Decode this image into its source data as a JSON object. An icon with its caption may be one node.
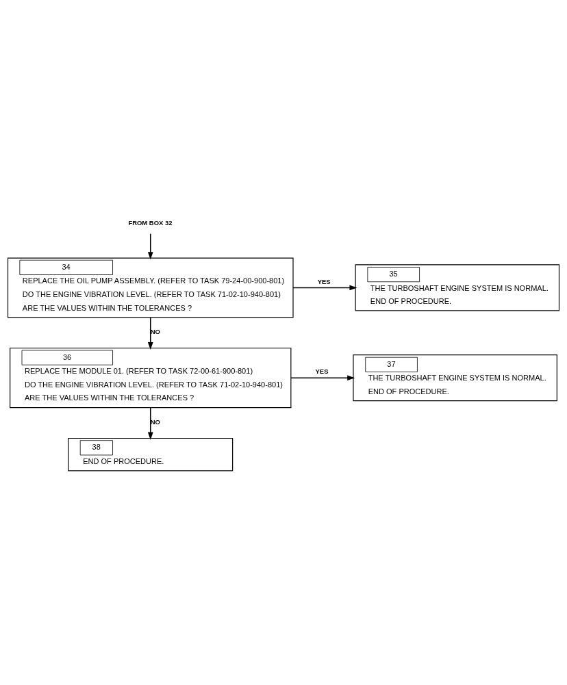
{
  "diagram": {
    "nodes": [
      {
        "text": [
          "FROM BOX 32"
        ]
      },
      {
        "text": [
          "34",
          "REPLACE THE OIL PUMP ASSEMBLY. (REFER TO TASK 79-24-00-900-801)",
          "DO THE ENGINE VIBRATION LEVEL. (REFER TO TASK 71-02-10-940-801)",
          "ARE THE VALUES WITHIN THE TOLERANCES ?"
        ]
      },
      {
        "text": [
          "35",
          "THE TURBOSHAFT ENGINE SYSTEM IS NORMAL.",
          "END OF PROCEDURE."
        ]
      },
      {
        "text": [
          "36",
          "REPLACE THE MODULE 01. (REFER TO TASK 72-00-61-900-801)",
          "DO THE ENGINE VIBRATION LEVEL. (REFER TO TASK 71-02-10-940-801)",
          "ARE THE VALUES WITHIN THE TOLERANCES ?"
        ]
      },
      {
        "text": [
          "37",
          "THE TURBOSHAFT ENGINE SYSTEM IS NORMAL.",
          "END OF PROCEDURE."
        ]
      },
      {
        "text": [
          "38",
          "END OF PROCEDURE."
        ]
      }
    ],
    "edges": [
      {
        "from": 0,
        "to": 1,
        "arrow": "to"
      },
      {
        "from": 1,
        "to": 2,
        "arrow": "to",
        "label": "YES"
      },
      {
        "from": 1,
        "to": 3,
        "arrow": "to",
        "label": "NO"
      },
      {
        "from": 3,
        "to": 4,
        "arrow": "to",
        "label": "YES"
      },
      {
        "from": 3,
        "to": 5,
        "arrow": "to",
        "label": "NO"
      }
    ]
  }
}
